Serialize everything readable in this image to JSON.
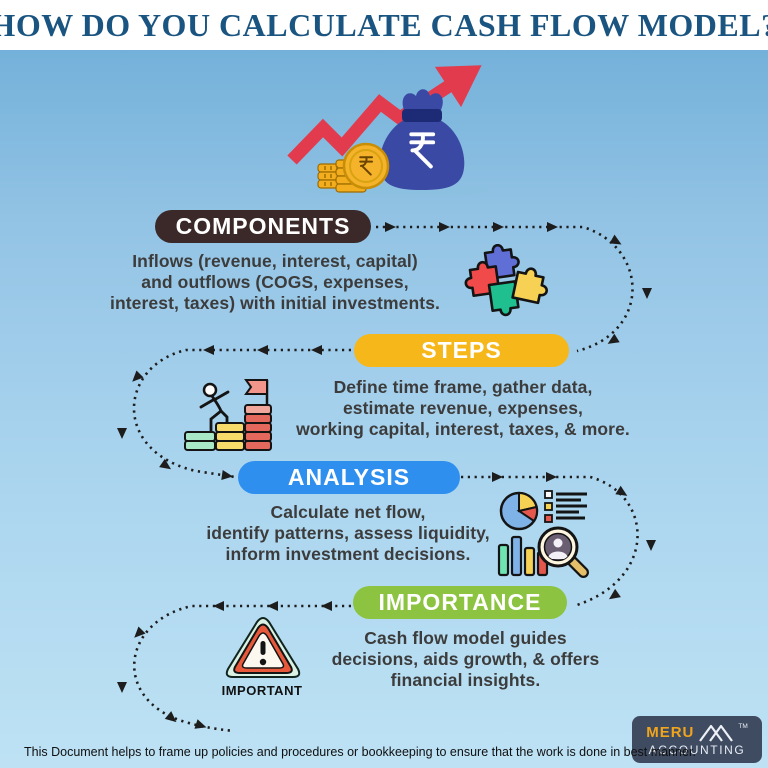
{
  "header": {
    "title": "HOW DO YOU CALCULATE CASH FLOW MODEL?"
  },
  "hero": {
    "icons": [
      "growth-arrow-icon",
      "money-bag-rupee-icon",
      "rupee-coin-icon",
      "coin-stack-icon"
    ],
    "currency_symbol": "₹"
  },
  "flow": {
    "sections": [
      {
        "id": "components",
        "label": "COMPONENTS",
        "pill_color": "#3A2928",
        "icon": "puzzle-pieces-icon",
        "description": "Inflows (revenue, interest, capital)\nand outflows (COGS, expenses,\ninterest, taxes) with initial investments."
      },
      {
        "id": "steps",
        "label": "STEPS",
        "pill_color": "#F6B71A",
        "icon": "climb-steps-flag-icon",
        "description": "Define time frame, gather data,\nestimate revenue, expenses,\nworking capital, interest, taxes, & more."
      },
      {
        "id": "analysis",
        "label": "ANALYSIS",
        "pill_color": "#2E8FEF",
        "icon": "charts-magnifier-icon",
        "description": "Calculate net flow,\nidentify patterns, assess liquidity,\ninform investment decisions."
      },
      {
        "id": "importance",
        "label": "IMPORTANCE",
        "pill_color": "#8CC441",
        "icon": "warning-triangle-icon",
        "icon_caption": "IMPORTANT",
        "description": "Cash flow model guides\ndecisions, aids growth, & offers\nfinancial insights."
      }
    ]
  },
  "logo": {
    "brand": "MERU",
    "subtitle": "ACCOUNTING",
    "trademark": "TM"
  },
  "footer": {
    "note": "This Document helps to frame up policies and procedures or bookkeeping to ensure that the work is done in best manner."
  }
}
